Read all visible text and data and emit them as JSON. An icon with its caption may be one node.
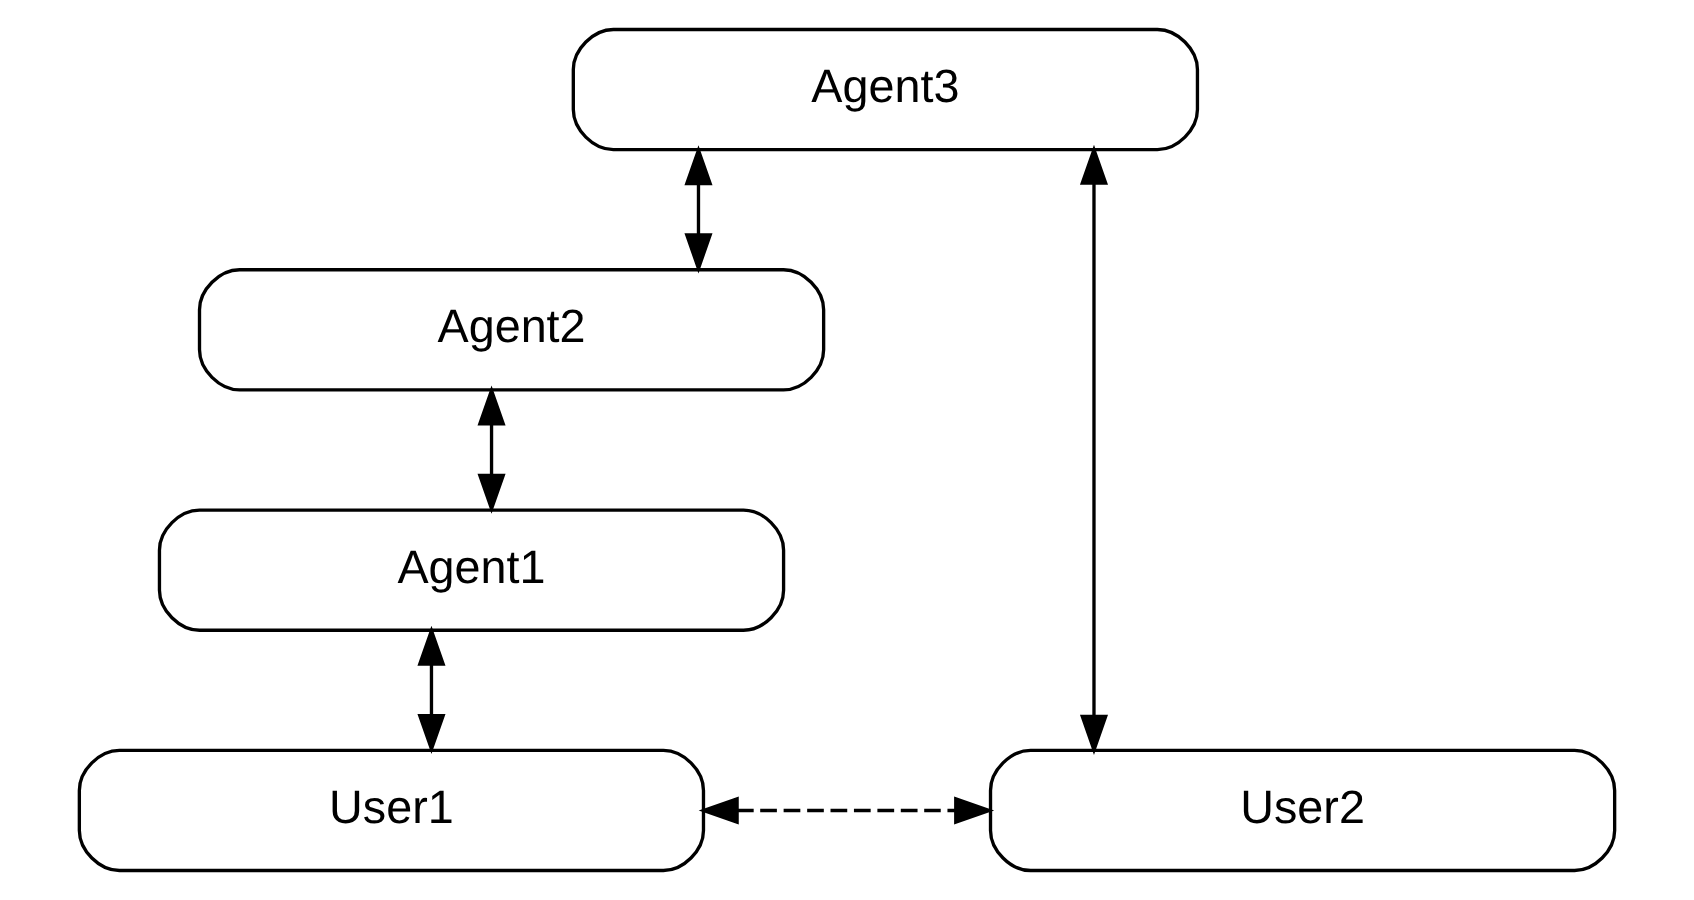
{
  "diagram": {
    "nodes": [
      {
        "text": [
          "Agent3"
        ]
      },
      {
        "text": [
          "Agent2"
        ]
      },
      {
        "text": [
          "Agent1"
        ]
      },
      {
        "text": [
          "User1"
        ]
      },
      {
        "text": [
          "User2"
        ]
      }
    ],
    "edges": [
      {
        "from": 0,
        "to": 1,
        "arrow": "both"
      },
      {
        "from": 1,
        "to": 2,
        "arrow": "both"
      },
      {
        "from": 2,
        "to": 3,
        "arrow": "both"
      },
      {
        "from": 0,
        "to": 4,
        "arrow": "both"
      },
      {
        "from": 3,
        "to": 4,
        "arrow": "both",
        "style": "dashed"
      }
    ]
  }
}
